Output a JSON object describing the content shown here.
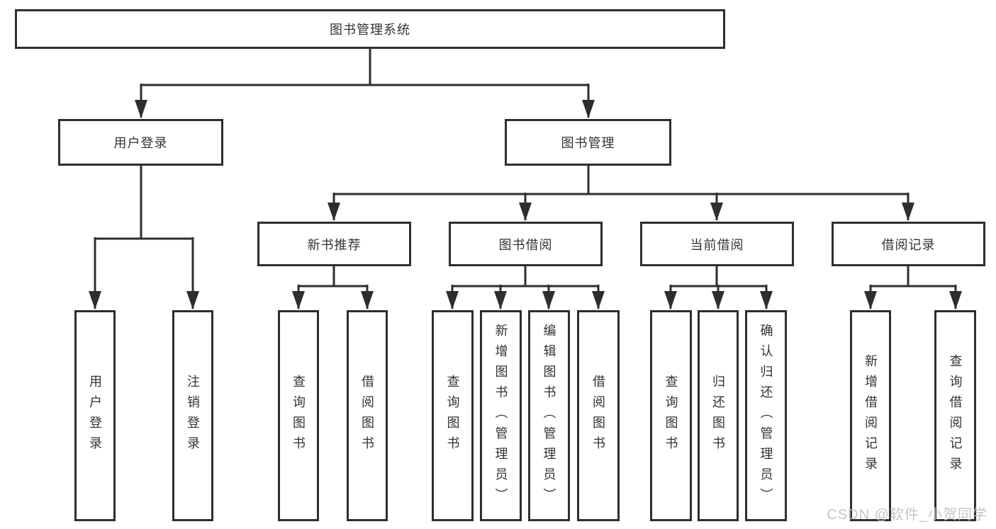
{
  "tree": {
    "root": {
      "label": "图书管理系统",
      "children": [
        {
          "label": "用户登录",
          "children": [
            {
              "label": "用户登录"
            },
            {
              "label": "注销登录"
            }
          ]
        },
        {
          "label": "图书管理",
          "children": [
            {
              "label": "新书推荐",
              "children": [
                {
                  "label": "查询图书"
                },
                {
                  "label": "借阅图书"
                }
              ]
            },
            {
              "label": "图书借阅",
              "children": [
                {
                  "label": "查询图书"
                },
                {
                  "label": "新增图书（管理员）"
                },
                {
                  "label": "编辑图书（管理员）"
                },
                {
                  "label": "借阅图书"
                }
              ]
            },
            {
              "label": "当前借阅",
              "children": [
                {
                  "label": "查询图书"
                },
                {
                  "label": "归还图书"
                },
                {
                  "label": "确认归还（管理员）"
                }
              ]
            },
            {
              "label": "借阅记录",
              "children": [
                {
                  "label": "新增借阅记录"
                },
                {
                  "label": "查询借阅记录"
                }
              ]
            }
          ]
        }
      ]
    }
  },
  "watermark": {
    "text": "CSDN @软件_小贺同学"
  },
  "colors": {
    "line": "#2e2e2e",
    "text": "#333333",
    "background": "#ffffff",
    "watermark": "#bfbfbf"
  }
}
